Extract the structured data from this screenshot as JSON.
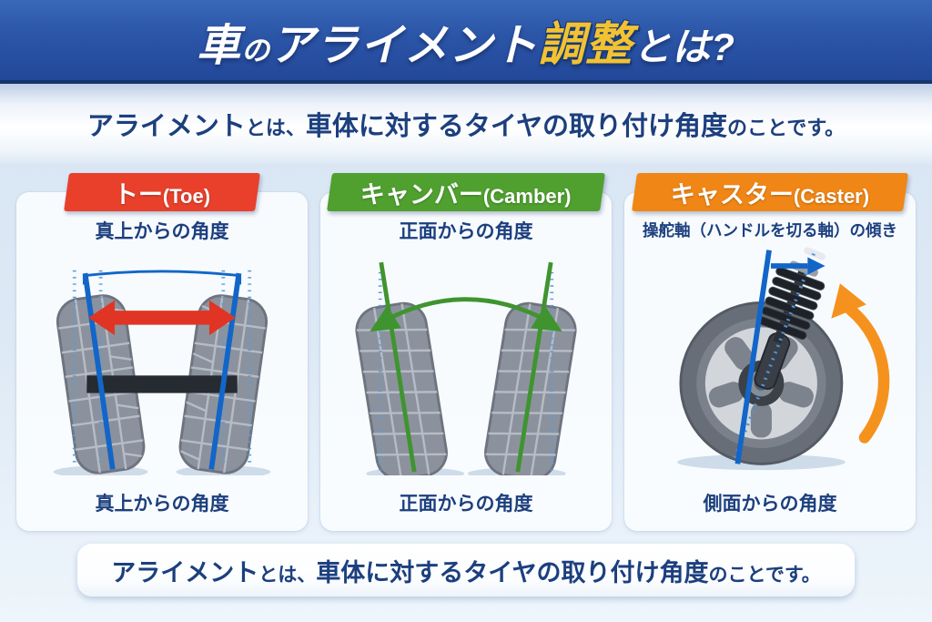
{
  "header": {
    "title_parts": [
      {
        "text": "車"
      },
      {
        "text": "の"
      },
      {
        "text": "アライメント"
      },
      {
        "text": "調整"
      },
      {
        "text": "とは?"
      }
    ]
  },
  "subtitle": {
    "parts": [
      {
        "text": "アライメント"
      },
      {
        "text": "とは、"
      },
      {
        "text": "車体に対するタイヤの取り付け角度"
      },
      {
        "text": "のことです。"
      }
    ]
  },
  "columns": [
    {
      "banner_ja": "トー",
      "banner_en": "(Toe)",
      "banner_color": "#e8402b",
      "top_caption": "真上からの角度",
      "bottom_caption": "真上からの角度",
      "diagram": "two-tires-top-view-with-red-track-arrow"
    },
    {
      "banner_ja": "キャンバー",
      "banner_en": "(Camber)",
      "banner_color": "#4fa02f",
      "top_caption": "正面からの角度",
      "bottom_caption": "正面からの角度",
      "diagram": "two-tilted-tires-front-view-with-green-arc-arrow"
    },
    {
      "banner_ja": "キャスター",
      "banner_en": "(Caster)",
      "banner_color": "#f08616",
      "top_caption": "操舵軸（ハンドルを切る軸）の傾き",
      "bottom_caption": "側面からの角度",
      "diagram": "wheel-side-view-with-strut-and-orange-arrow"
    }
  ],
  "footer": {
    "parts": [
      {
        "text": "アライメント"
      },
      {
        "text": "とは、"
      },
      {
        "text": "車体に対するタイヤの取り付け角度"
      },
      {
        "text": "のことです。"
      }
    ]
  },
  "colors": {
    "header_blue": "#2b55a7",
    "accent_yellow": "#f2c233",
    "navy_text": "#1c3f7e",
    "toe_red": "#e8402b",
    "camber_green": "#4fa02f",
    "caster_orange": "#f08616",
    "line_blue": "#1266c8",
    "dotted_blue": "#5b9bd8",
    "arrow_red": "#e03524",
    "green_line": "#3f9430",
    "arrow_orange": "#f5921e",
    "background_blue": "#d7e4f2"
  }
}
